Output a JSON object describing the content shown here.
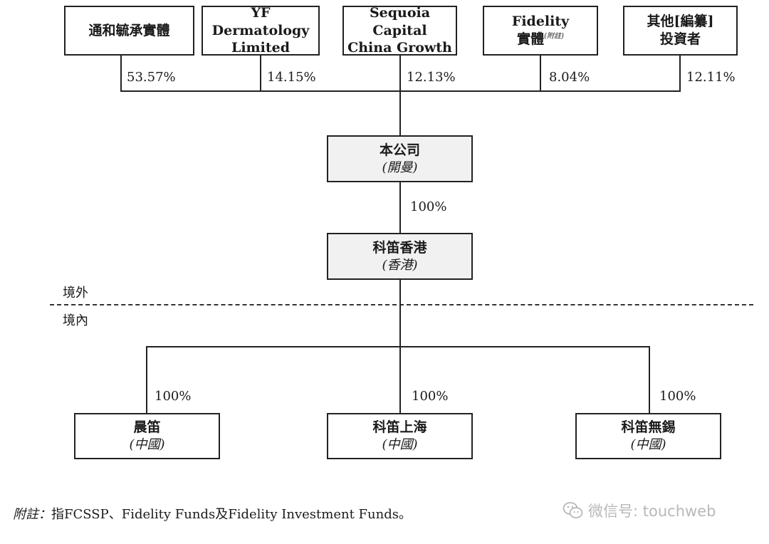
{
  "shareholders": [
    {
      "line1": "通和毓承實體",
      "line2": "",
      "pct": "53.57%"
    },
    {
      "line1": "YF Dermatology",
      "line2": "Limited",
      "pct": "14.15%"
    },
    {
      "line1": "Sequoia Capital",
      "line2": "China Growth",
      "pct": "12.13%"
    },
    {
      "line1": "Fidelity",
      "line2": "實體",
      "sup": "(附註)",
      "pct": "8.04%"
    },
    {
      "line1": "其他[編纂]",
      "line2": "投資者",
      "pct": "12.11%"
    }
  ],
  "company": {
    "name": "本公司",
    "juris": "(開曼)"
  },
  "hk": {
    "name": "科笛香港",
    "juris": "(香港)",
    "pct": "100%"
  },
  "regions": {
    "offshore": "境外",
    "onshore": "境內"
  },
  "subsidiaries": [
    {
      "name": "晨笛",
      "juris": "(中國)",
      "pct": "100%"
    },
    {
      "name": "科笛上海",
      "juris": "(中國)",
      "pct": "100%"
    },
    {
      "name": "科笛無錫",
      "juris": "(中國)",
      "pct": "100%"
    }
  ],
  "note": {
    "lead": "附註：",
    "text": "指FCSSP、Fidelity Funds及Fidelity Investment Funds。"
  },
  "watermark": {
    "text": "微信号: touchweb",
    "icon": "wechat-icon"
  }
}
